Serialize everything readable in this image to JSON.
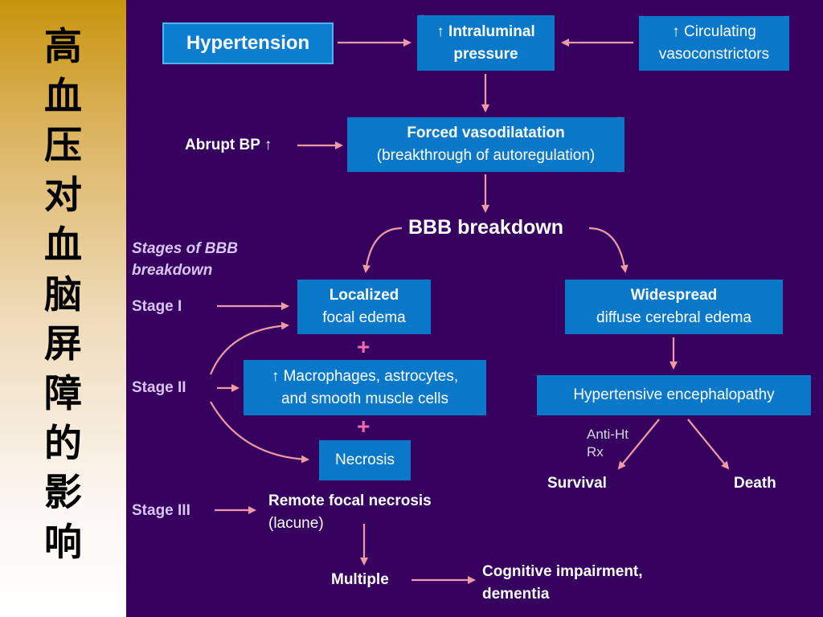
{
  "title_chars": [
    "高",
    "血",
    "压",
    "对",
    "血",
    "脑",
    "屏",
    "障",
    "的",
    "影",
    "响"
  ],
  "colors": {
    "background": "#35005e",
    "box": "#0a78c9",
    "arrow": "#f09aa5",
    "plus": "#f06ab0",
    "stage_text": "#d9c4f2"
  },
  "nodes": {
    "hypertension": "Hypertension",
    "intraluminal_1": "↑ Intraluminal",
    "intraluminal_2": "pressure",
    "vasoconstrictors_1": "↑ Circulating",
    "vasoconstrictors_2": "vasoconstrictors",
    "abrupt_bp": "Abrupt BP ↑",
    "vasodilatation_1": "Forced vasodilatation",
    "vasodilatation_2": "(breakthrough of autoregulation)",
    "bbb_breakdown": "BBB breakdown",
    "localized_1": "Localized",
    "localized_2": "focal edema",
    "widespread_1": "Widespread",
    "widespread_2": "diffuse cerebral edema",
    "macrophages_1": "↑ Macrophages, astrocytes,",
    "macrophages_2": "and smooth muscle cells",
    "necrosis": "Necrosis",
    "encephalopathy": "Hypertensive encephalopathy",
    "anti_ht_1": "Anti-Ht",
    "anti_ht_2": "Rx",
    "survival": "Survival",
    "death": "Death",
    "remote_1": "Remote focal necrosis",
    "remote_2": "(lacune)",
    "multiple": "Multiple",
    "cognitive_1": "Cognitive impairment,",
    "cognitive_2": "dementia",
    "plus_1": "+",
    "plus_2": "+"
  },
  "stages": {
    "heading_1": "Stages of BBB",
    "heading_2": "breakdown",
    "stage_1": "Stage I",
    "stage_2": "Stage II",
    "stage_3": "Stage III"
  }
}
